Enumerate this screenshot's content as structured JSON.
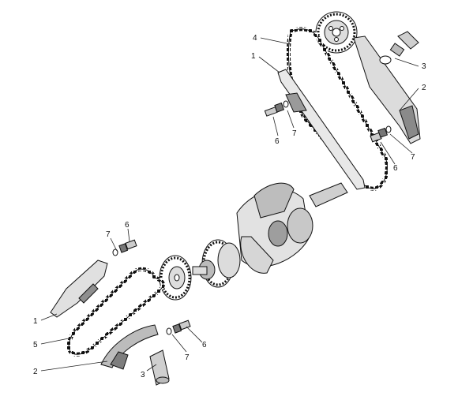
{
  "callouts": {
    "top": {
      "c4": "4",
      "c1": "1",
      "c3": "3",
      "c2": "2",
      "c6a": "6",
      "c7a": "7",
      "c6b": "6",
      "c7b": "7"
    },
    "bottom": {
      "c7a": "7",
      "c6a": "6",
      "c1": "1",
      "c5": "5",
      "c2": "2",
      "c3": "3",
      "c7b": "7",
      "c6b": "6"
    }
  },
  "icons": [
    "timing-chain",
    "chain-guide",
    "chain-tensioner-slider",
    "tensioner-plunger",
    "camshaft-sprocket",
    "crankshaft",
    "drive-gear"
  ],
  "colors": {
    "ink": "#111111",
    "shade": "#8a8a8a",
    "light": "#d8d8d8",
    "paper": "#ffffff"
  }
}
